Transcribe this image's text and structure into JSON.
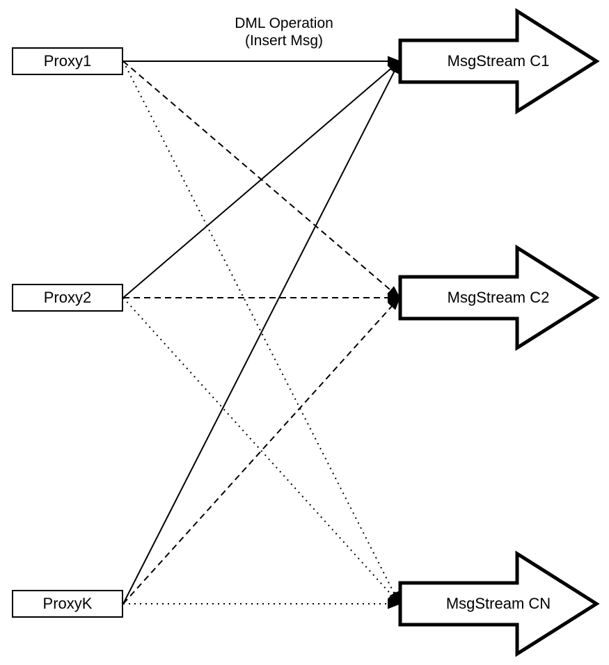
{
  "diagram": {
    "title": {
      "lines": [
        "DML Operation",
        "(Insert Msg)"
      ]
    },
    "proxies": [
      {
        "id": "proxy1",
        "label": "Proxy1"
      },
      {
        "id": "proxy2",
        "label": "Proxy2"
      },
      {
        "id": "proxyK",
        "label": "ProxyK"
      }
    ],
    "streams": [
      {
        "id": "c1",
        "label": "MsgStream C1"
      },
      {
        "id": "c2",
        "label": "MsgStream C2"
      },
      {
        "id": "cn",
        "label": "MsgStream CN"
      }
    ],
    "edges": [
      {
        "from": "proxy1",
        "to": "c1",
        "style": "solid"
      },
      {
        "from": "proxy1",
        "to": "c2",
        "style": "dashed"
      },
      {
        "from": "proxy1",
        "to": "cn",
        "style": "dotted"
      },
      {
        "from": "proxy2",
        "to": "c1",
        "style": "solid"
      },
      {
        "from": "proxy2",
        "to": "c2",
        "style": "dashed"
      },
      {
        "from": "proxy2",
        "to": "cn",
        "style": "dotted"
      },
      {
        "from": "proxyK",
        "to": "c1",
        "style": "solid"
      },
      {
        "from": "proxyK",
        "to": "c2",
        "style": "dashed"
      },
      {
        "from": "proxyK",
        "to": "cn",
        "style": "dotted"
      }
    ],
    "colors": {
      "stroke": "#000000",
      "fill": "#ffffff",
      "background": "#ffffff"
    }
  }
}
